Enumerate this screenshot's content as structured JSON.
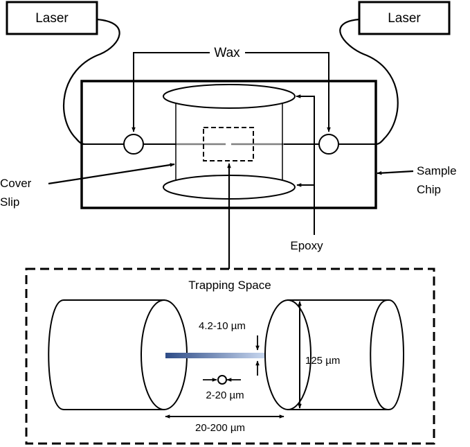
{
  "labels": {
    "laser_left": "Laser",
    "laser_right": "Laser",
    "wax": "Wax",
    "cover_slip_line1": "Cover",
    "cover_slip_line2": "Slip",
    "sample_chip_line1": "Sample",
    "sample_chip_line2": "Chip",
    "epoxy": "Epoxy",
    "trapping_space": "Trapping Space",
    "gap_height": "4.2-10 µm",
    "particle_size": "2-20 µm",
    "fiber_diameter": "125 µm",
    "fiber_separation": "20-200 µm"
  },
  "colors": {
    "ink": "#000000",
    "waveguide": "#808080",
    "beam_start": "#2e4c87",
    "beam_end": "#c7d6ee"
  }
}
